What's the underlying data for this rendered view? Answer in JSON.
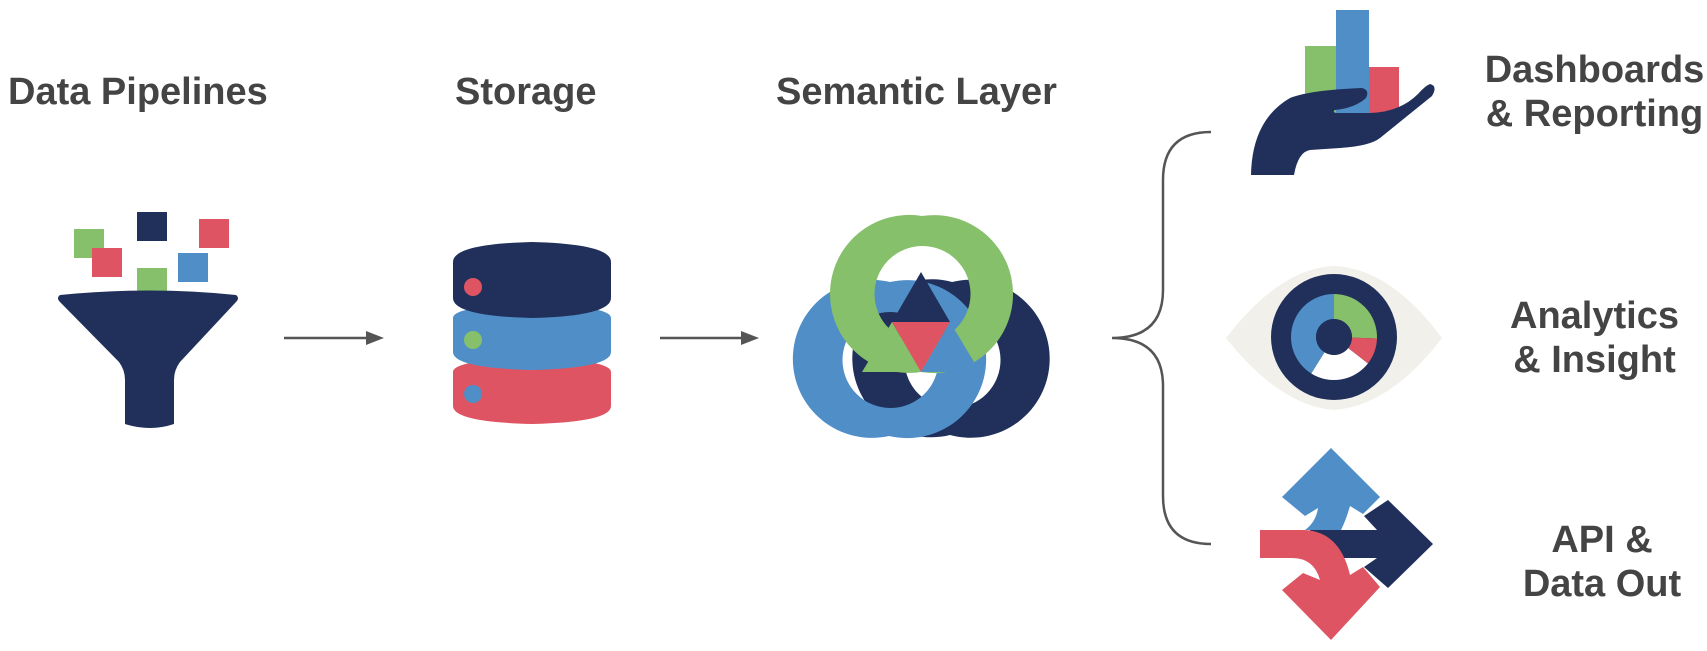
{
  "colors": {
    "navy": "#20305A",
    "blue": "#508EC8",
    "green": "#86C06A",
    "red": "#DF5462",
    "connector": "#555555",
    "eye_white": "#F1F0EA",
    "text": "#444444"
  },
  "stages": [
    {
      "id": "data-pipelines",
      "title": "Data Pipelines",
      "icon": "funnel-icon"
    },
    {
      "id": "storage",
      "title": "Storage",
      "icon": "database-icon"
    },
    {
      "id": "semantic-layer",
      "title": "Semantic Layer",
      "icon": "interlocking-cycle-icon"
    }
  ],
  "outputs": [
    {
      "id": "dashboards",
      "line1": "Dashboards",
      "line2": "& Reporting",
      "icon": "hand-bar-chart-icon"
    },
    {
      "id": "analytics",
      "line1": "Analytics",
      "line2": "& Insight",
      "icon": "eye-donut-icon"
    },
    {
      "id": "api",
      "line1": "API &",
      "line2": "Data Out",
      "icon": "split-arrows-icon"
    }
  ],
  "connectors": [
    "arrow-right",
    "arrow-right",
    "curly-brace"
  ]
}
